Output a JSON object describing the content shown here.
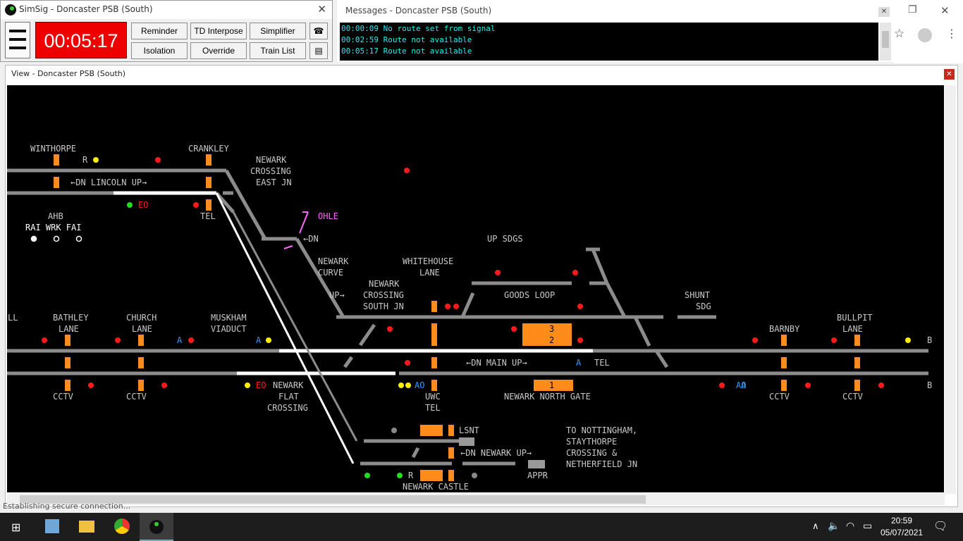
{
  "control": {
    "title": "SimSig - Doncaster PSB (South)",
    "clock": "00:05:17",
    "buttons": [
      "Reminder",
      "TD Interpose",
      "Simplifier",
      "Isolation",
      "Override",
      "Train List"
    ]
  },
  "messages": {
    "title": "Messages - Doncaster PSB (South)",
    "lines": [
      "00:00:09 No route set from signal",
      "00:02:59 Route not available",
      "00:05:17 Route not available"
    ]
  },
  "view": {
    "title": "View - Doncaster PSB (South)",
    "labels": [
      "WINTHORPE",
      "CRANKLEY",
      "NEWARK",
      "CROSSING",
      "EAST JN",
      "R",
      "←DN LINCOLN UP→",
      "EO",
      "TEL",
      "AHB",
      "RAI WRK FAI",
      "OHLE",
      "←DN",
      "NEWARK",
      "CURVE",
      "UP→",
      "NEWARK",
      "CROSSING",
      "SOUTH JN",
      "WHITEHOUSE",
      "LANE",
      "UP SDGS",
      "GOODS LOOP",
      "SHUNT",
      "SDG",
      "LL",
      "BATHLEY",
      "LANE",
      "CHURCH",
      "LANE",
      "MUSKHAM",
      "VIADUCT",
      "BARNBY",
      "BULLPIT",
      "LANE",
      "B",
      "B",
      "3",
      "2",
      "1",
      "←DN MAIN UP→",
      "TEL",
      "CCTV",
      "CCTV",
      "EO",
      "NEWARK",
      "FLAT",
      "CROSSING",
      "AO",
      "UWC",
      "TEL",
      "NEWARK NORTH GATE",
      "AO",
      "CCTV",
      "CCTV",
      "LSNT",
      "TO NOTTINGHAM,",
      "STAYTHORPE",
      "CROSSING &",
      "NETHERFIELD JN",
      "←DN NEWARK UP→",
      "APPR",
      "R",
      "NEWARK CASTLE",
      "A",
      "A",
      "A",
      "A"
    ]
  },
  "status": {
    "text": "Establishing secure connection..."
  },
  "taskbar": {
    "time": "20:59",
    "date": "05/07/2021"
  },
  "colors": {
    "track": "#8c8c8c",
    "route": "#ffffff",
    "berth": "#ff8c1a",
    "red": "#ff1a1a",
    "green": "#22dd22",
    "yellow": "#ffee00",
    "label": "#c8c8c8",
    "pink": "#ff66ff",
    "blue": "#3399ff"
  }
}
